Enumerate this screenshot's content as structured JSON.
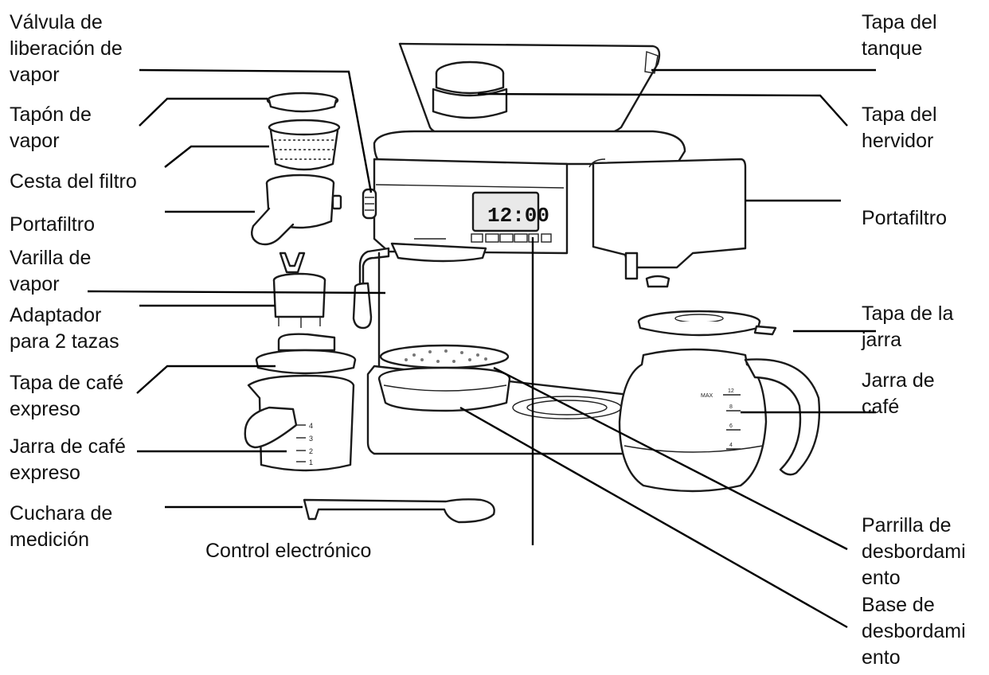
{
  "labels": {
    "steam_release_valve": "Válvula de\nliberación de\nvapor",
    "steam_cap": "Tapón de\nvapor",
    "filter_basket": "Cesta del filtro",
    "portafilter_left": "Portafiltro",
    "steam_wand": "Varilla de\nvapor",
    "two_cup_adapter": "Adaptador\npara 2 tazas",
    "espresso_lid": "Tapa de café\nexpreso",
    "espresso_carafe": "Jarra de café\nexpreso",
    "measuring_spoon": "Cuchara de\nmedición",
    "electronic_control": "Control electrónico",
    "tank_lid": "Tapa del\ntanque",
    "boiler_cap": "Tapa del\nhervidor",
    "portafilter_right": "Portafiltro",
    "carafe_lid": "Tapa de la\njarra",
    "coffee_carafe": "Jarra de\ncafé",
    "overflow_grill": "Parrilla de\ndesbordami\nento",
    "overflow_base": "Base de\ndesbordami\nento"
  },
  "display": {
    "clock": "12:00"
  },
  "carafe_marks": [
    "MAX",
    "12",
    "8",
    "6",
    "4"
  ],
  "espresso_marks": [
    "4",
    "3",
    "2",
    "1"
  ]
}
